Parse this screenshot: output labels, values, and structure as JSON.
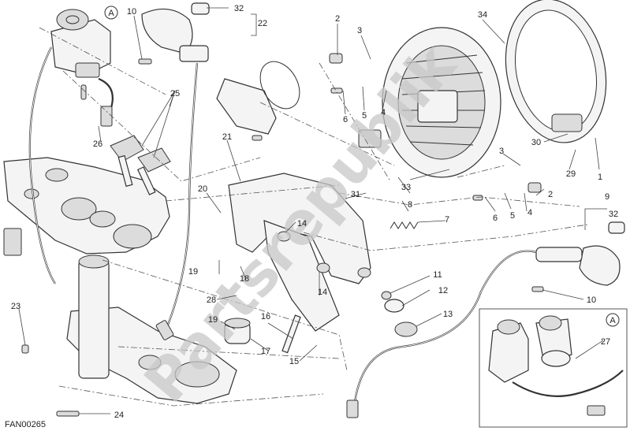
{
  "diagram": {
    "code": "FAN00265",
    "watermark": "Partsrepublik",
    "inset_label": "A",
    "detail_marker": "A",
    "callouts": [
      "1",
      "2",
      "3",
      "4",
      "5",
      "6",
      "7",
      "8",
      "9",
      "10",
      "11",
      "12",
      "13",
      "14",
      "15",
      "16",
      "17",
      "18",
      "19",
      "20",
      "21",
      "22",
      "23",
      "24",
      "25",
      "26",
      "27",
      "28",
      "29",
      "30",
      "31",
      "32",
      "33",
      "34"
    ]
  }
}
